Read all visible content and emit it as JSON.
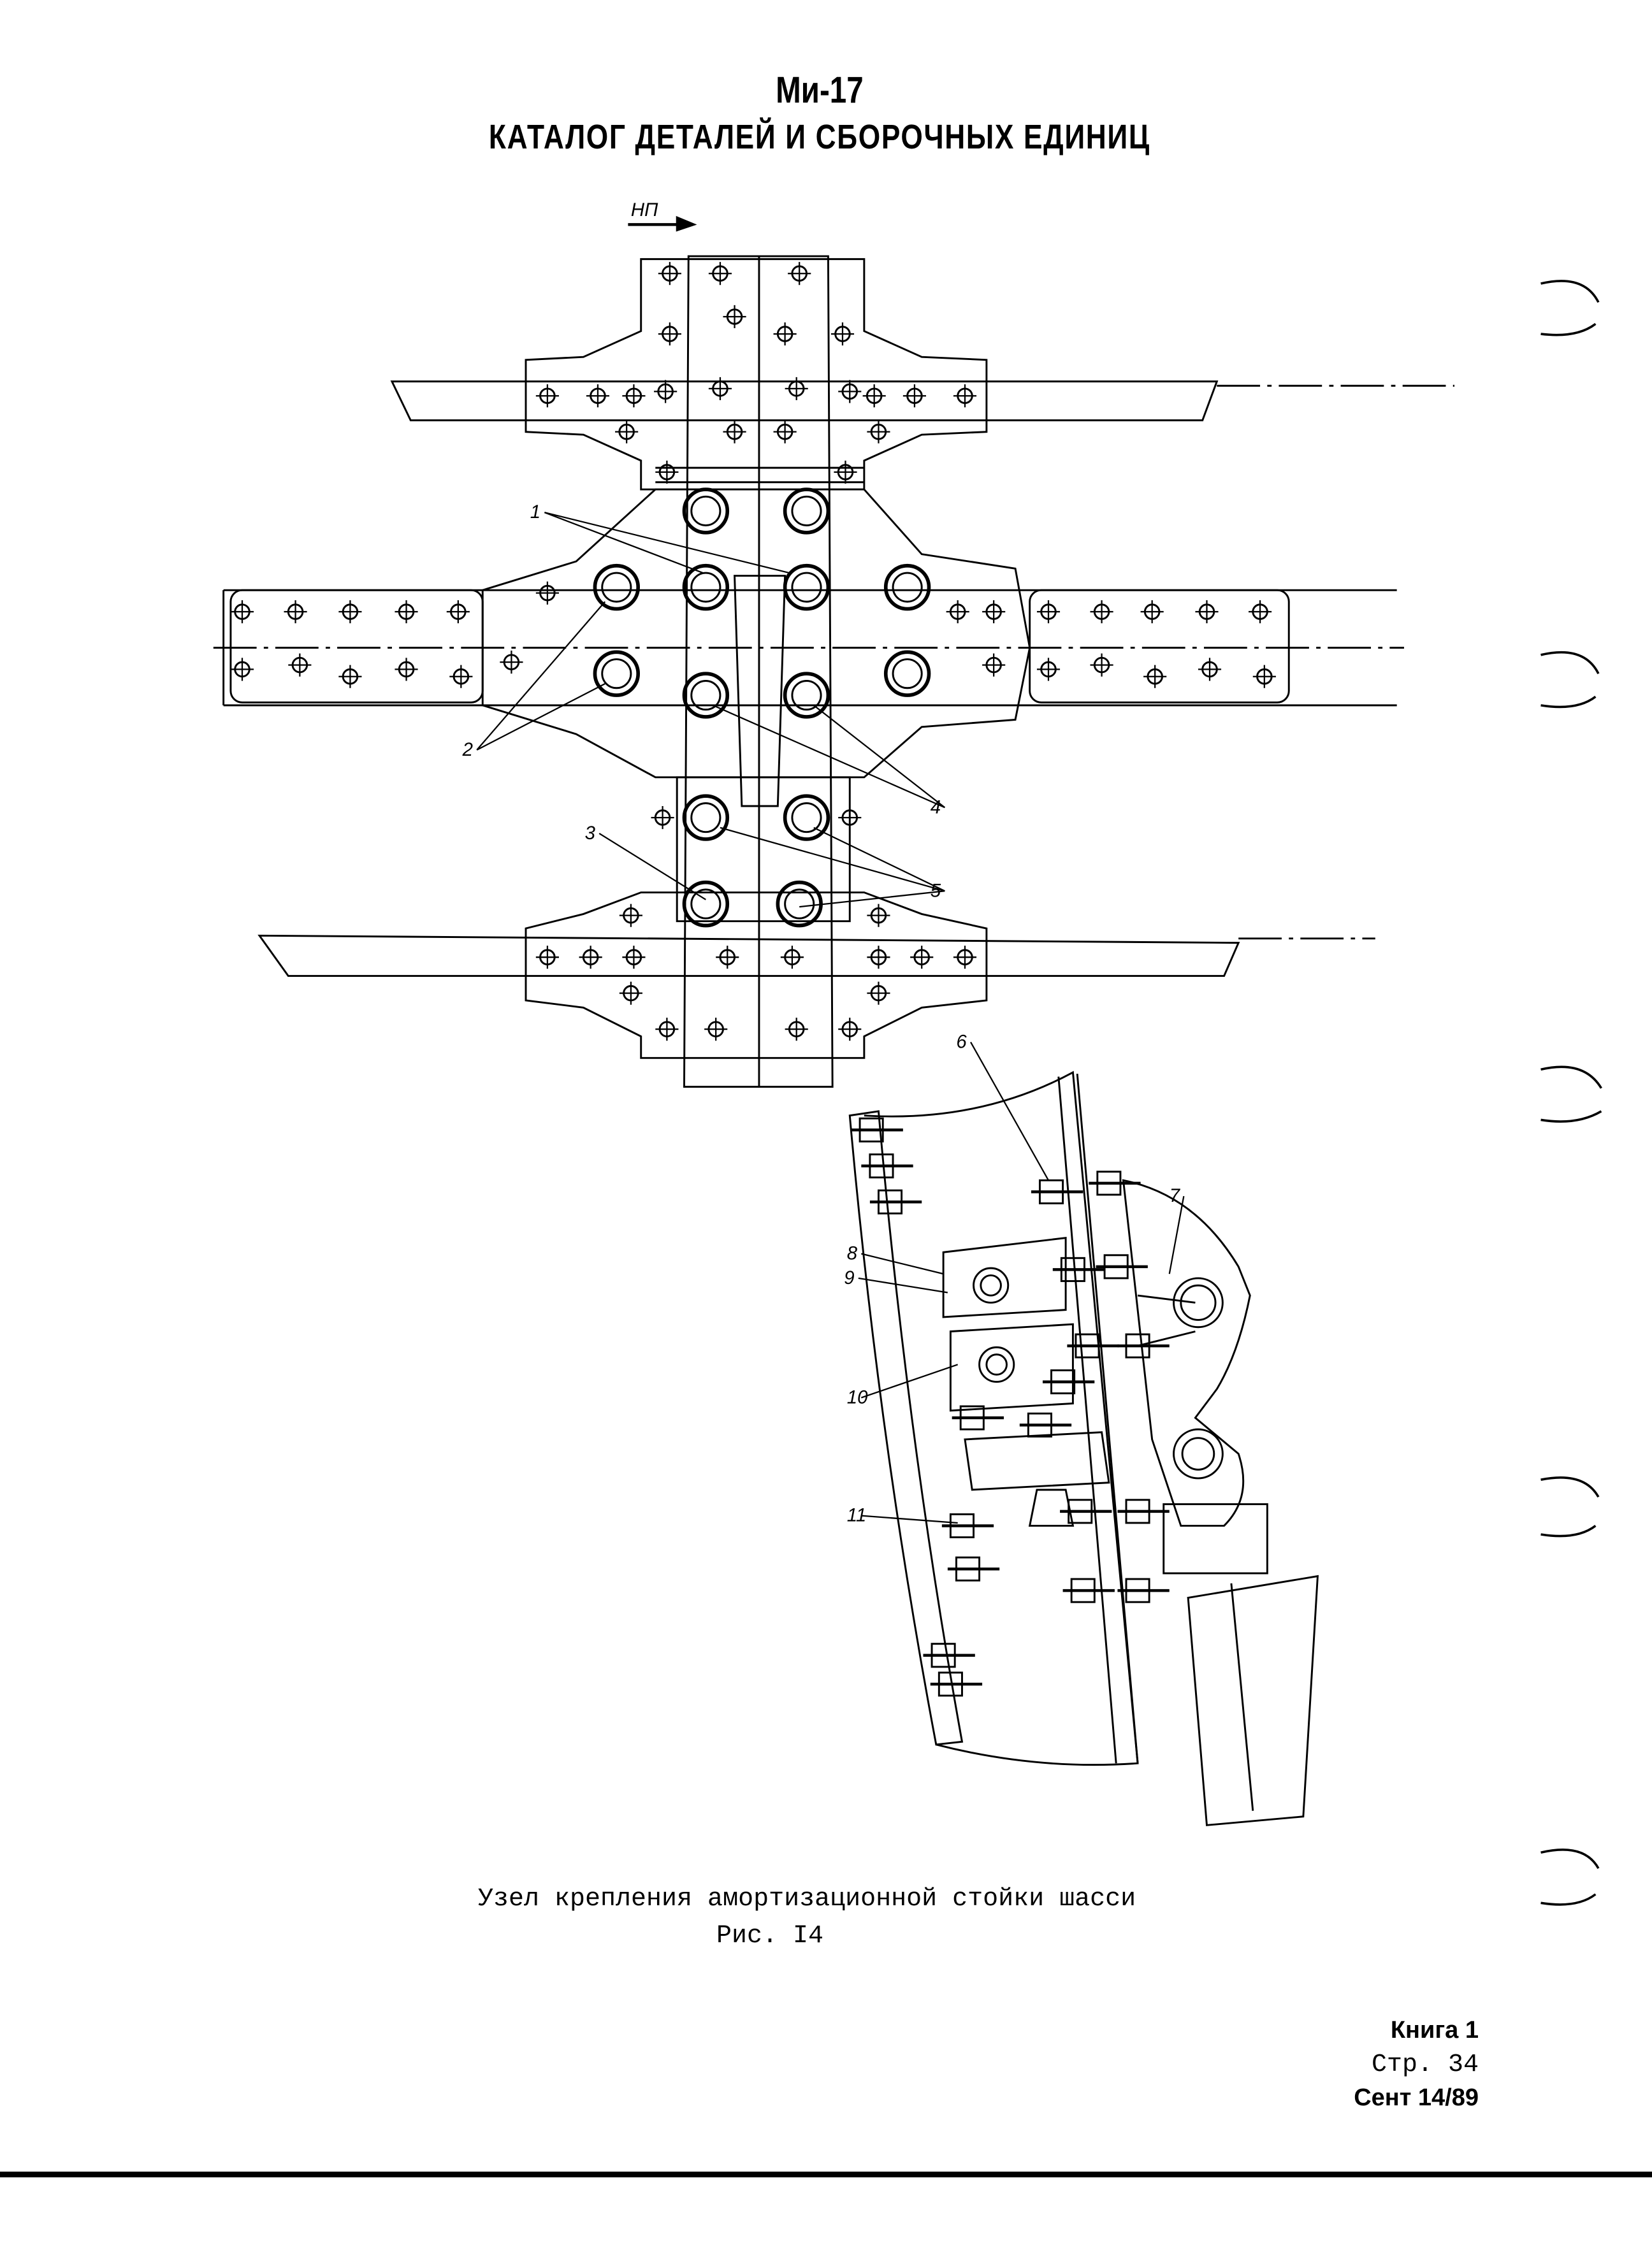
{
  "header": {
    "title": "Ми-17",
    "subtitle": "КАТАЛОГ ДЕТАЛЕЙ И СБОРОЧНЫХ ЕДИНИЦ"
  },
  "figure": {
    "direction_label": "НП",
    "callouts": [
      "1",
      "2",
      "3",
      "4",
      "5",
      "6",
      "7",
      "8",
      "9",
      "10",
      "11"
    ],
    "caption": "Узел крепления амортизационной стойки шасси",
    "number": "Рис. I4"
  },
  "footer": {
    "book": "Книга 1",
    "page": "Стр. 34",
    "date": "Сент 14/89"
  }
}
